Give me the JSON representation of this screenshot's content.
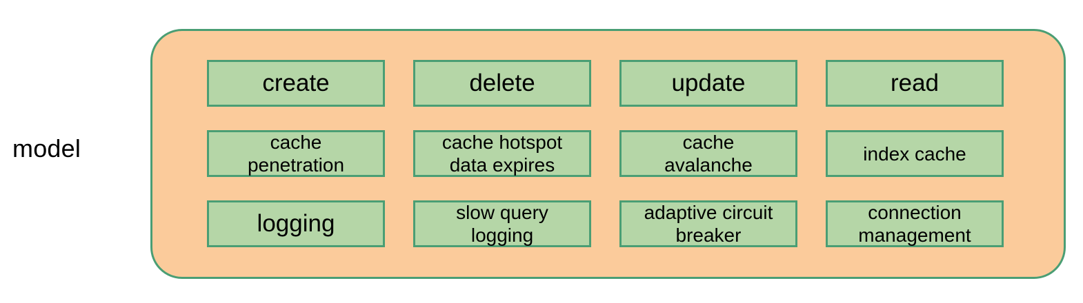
{
  "diagram": {
    "side_label": "model",
    "container": {
      "fill_color": "#fbcb9b",
      "border_color": "#4a9e74"
    },
    "node_style": {
      "fill_color": "#b5d6a7",
      "border_color": "#4a9e74",
      "text_color": "#000000"
    },
    "rows": [
      {
        "row_name": "operations",
        "text_size": "large",
        "nodes": [
          {
            "label": "create"
          },
          {
            "label": "delete"
          },
          {
            "label": "update"
          },
          {
            "label": "read"
          }
        ]
      },
      {
        "row_name": "cache-concerns",
        "text_size": "small",
        "nodes": [
          {
            "label": "cache\npenetration"
          },
          {
            "label": "cache hotspot\ndata expires"
          },
          {
            "label": "cache\navalanche"
          },
          {
            "label": "index cache"
          }
        ]
      },
      {
        "row_name": "reliability-concerns",
        "text_size": "small",
        "nodes": [
          {
            "label": "logging"
          },
          {
            "label": "slow query\nlogging"
          },
          {
            "label": "adaptive circuit\nbreaker"
          },
          {
            "label": "connection\nmanagement"
          }
        ]
      }
    ]
  }
}
